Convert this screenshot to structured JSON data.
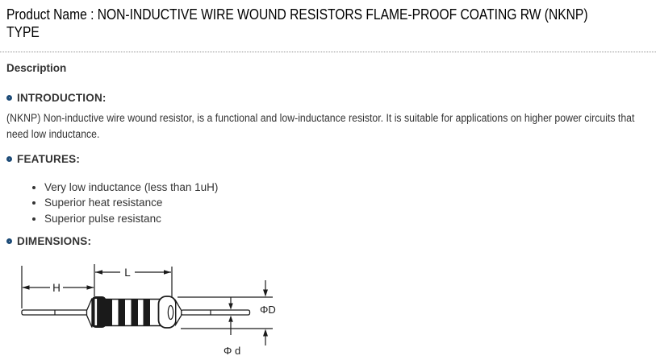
{
  "header": {
    "title": "Product Name : NON-INDUCTIVE WIRE WOUND RESISTORS FLAME-PROOF COATING RW (NKNP) TYPE"
  },
  "description_tab": {
    "label": "Description"
  },
  "sections": {
    "introduction": {
      "heading": "INTRODUCTION:",
      "body": "(NKNP) Non-inductive wire wound resistor, is a functional and low-inductance resistor. It is suitable for applications on higher power circuits that need low inductance."
    },
    "features": {
      "heading": "FEATURES:",
      "items": [
        "Very low inductance (less than 1uH)",
        "Superior heat resistance",
        "Superior pulse resistanc"
      ]
    },
    "dimensions": {
      "heading": "DIMENSIONS:",
      "labels": {
        "body_length": "L",
        "lead_length": "H",
        "body_diameter": "ΦD",
        "lead_diameter": "Φ d"
      }
    }
  },
  "colors": {
    "accent_ring": "#1d4b77",
    "title_text": "#000000",
    "body_text": "#333333",
    "divider": "#8f8f8f",
    "diagram_ink": "#1a1a1a"
  }
}
